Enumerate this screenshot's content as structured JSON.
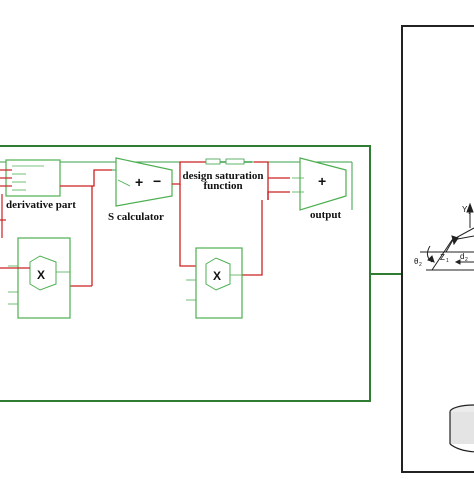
{
  "labels": {
    "derivative_part": "derivative part",
    "s_calculator": "S calculator",
    "design_saturation_line1": "design saturation",
    "design_saturation_line2": "function",
    "output": "output"
  },
  "symbols": {
    "sum_sign": "+",
    "minus_sign": "−",
    "multiply_sign": "X"
  },
  "axes": {
    "y1": "Y",
    "y1_sub": "1",
    "z1": "Z",
    "z1_sub": "1",
    "theta2": "θ",
    "theta2_sub": "2",
    "d2": "d",
    "d2_sub": "2"
  },
  "colors": {
    "frame_green": "#2e7d32",
    "block_green": "#4caf50",
    "wire_red": "#cc2222",
    "wire_green": "#3aa04a",
    "dark_frame": "#222222"
  }
}
